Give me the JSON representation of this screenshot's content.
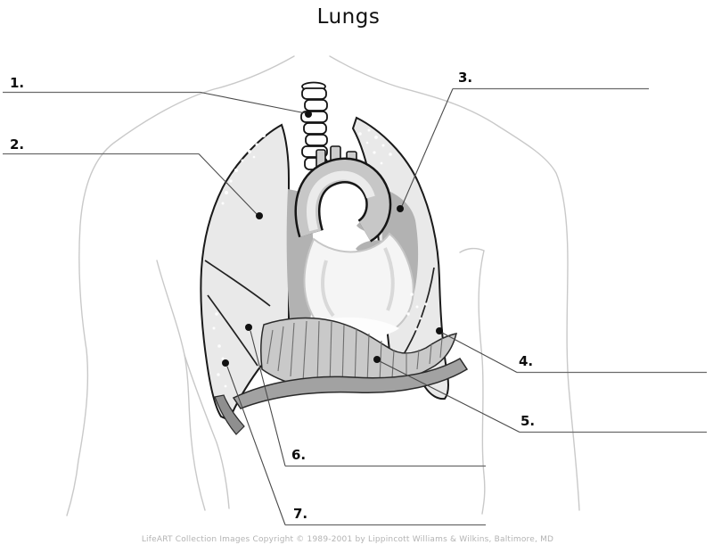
{
  "title": "Lungs",
  "labels": [
    {
      "number": "1."
    },
    {
      "number": "2."
    },
    {
      "number": "3."
    },
    {
      "number": "4."
    },
    {
      "number": "5."
    },
    {
      "number": "6."
    },
    {
      "number": "7."
    }
  ],
  "footer": {
    "copyright": "LifeART Collection Images Copyright © 1989-2001 by Lippincott Williams & Wilkins, Baltimore, MD"
  },
  "palette": {
    "outline": "#1a1a1a",
    "lung_fill": "#e9e9e9",
    "hilum_shadow": "#b2b2b2",
    "diaphragm_fill": "#c9c9c9",
    "diaphragm_band": "#a2a2a2",
    "leader_line": "#4a4a4a",
    "body_outline": "#c9c9c9"
  }
}
